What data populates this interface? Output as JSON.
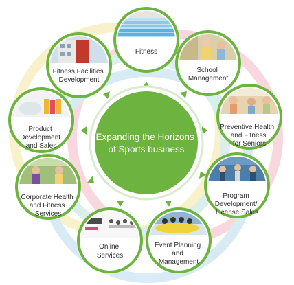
{
  "center": {
    "lines": [
      "Expanding the Horizons",
      "of Sports business"
    ]
  },
  "nodes": [
    {
      "id": "fitness",
      "lines": [
        "Fitness"
      ],
      "photo_icon": "swimming-pool-photo-icon"
    },
    {
      "id": "school-management",
      "lines": [
        "School",
        "Management"
      ],
      "photo_icon": "children-sports-photo-icon"
    },
    {
      "id": "preventive-health",
      "lines": [
        "Preventive Health",
        "and Fitness",
        "for Seniors"
      ],
      "photo_icon": "seniors-exercise-photo-icon"
    },
    {
      "id": "program-development",
      "lines": [
        "Program",
        "Development/",
        "License Sales"
      ],
      "photo_icon": "fitness-class-photo-icon"
    },
    {
      "id": "event-planning",
      "lines": [
        "Event Planning",
        "and",
        "Management"
      ],
      "photo_icon": "rafting-event-photo-icon"
    },
    {
      "id": "online-services",
      "lines": [
        "Online",
        "Services"
      ],
      "photo_icon": "online-banner-photo-icon"
    },
    {
      "id": "corporate-health",
      "lines": [
        "Corporate Health",
        "and Fitness",
        "Services"
      ],
      "photo_icon": "corporate-fitness-photo-icon"
    },
    {
      "id": "product-development",
      "lines": [
        "Product",
        "Development",
        "and Sales"
      ],
      "photo_icon": "products-photo-icon"
    },
    {
      "id": "facilities-development",
      "lines": [
        "Fitness Facilities",
        "Development"
      ],
      "photo_icon": "building-photo-icon"
    }
  ],
  "colors": {
    "green": "#6cb33f",
    "dark_green": "#5a9e32",
    "text_dark": "#2f2f2f",
    "white": "#ffffff"
  }
}
